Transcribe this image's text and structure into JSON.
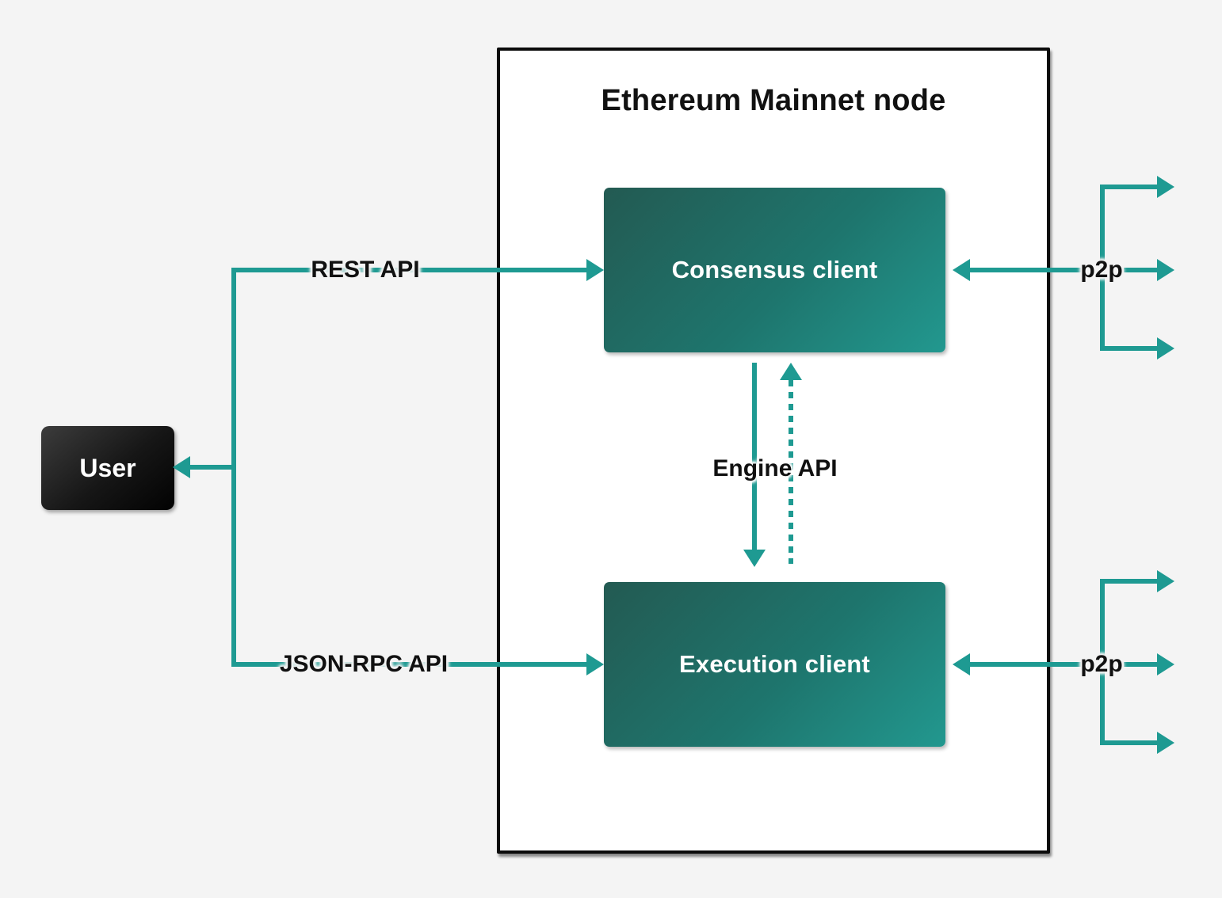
{
  "colors": {
    "background": "#f4f4f4",
    "accent_teal": "#1e9a92",
    "node_fill": "#ffffff",
    "node_border": "#0b0b0b",
    "client_gradient_start": "#235a52",
    "client_gradient_end": "#22988f",
    "user_gradient_start": "#3c3c3c",
    "user_gradient_end": "#020202",
    "label_text": "#111111",
    "box_label_text": "#ffffff"
  },
  "node": {
    "title": "Ethereum Mainnet node"
  },
  "boxes": {
    "user": {
      "label": "User"
    },
    "consensus": {
      "label": "Consensus client"
    },
    "execution": {
      "label": "Execution client"
    }
  },
  "edge_labels": {
    "rest_api": "REST API",
    "json_rpc_api": "JSON-RPC API",
    "engine_api": "Engine API",
    "p2p_top": "p2p",
    "p2p_bottom": "p2p"
  }
}
